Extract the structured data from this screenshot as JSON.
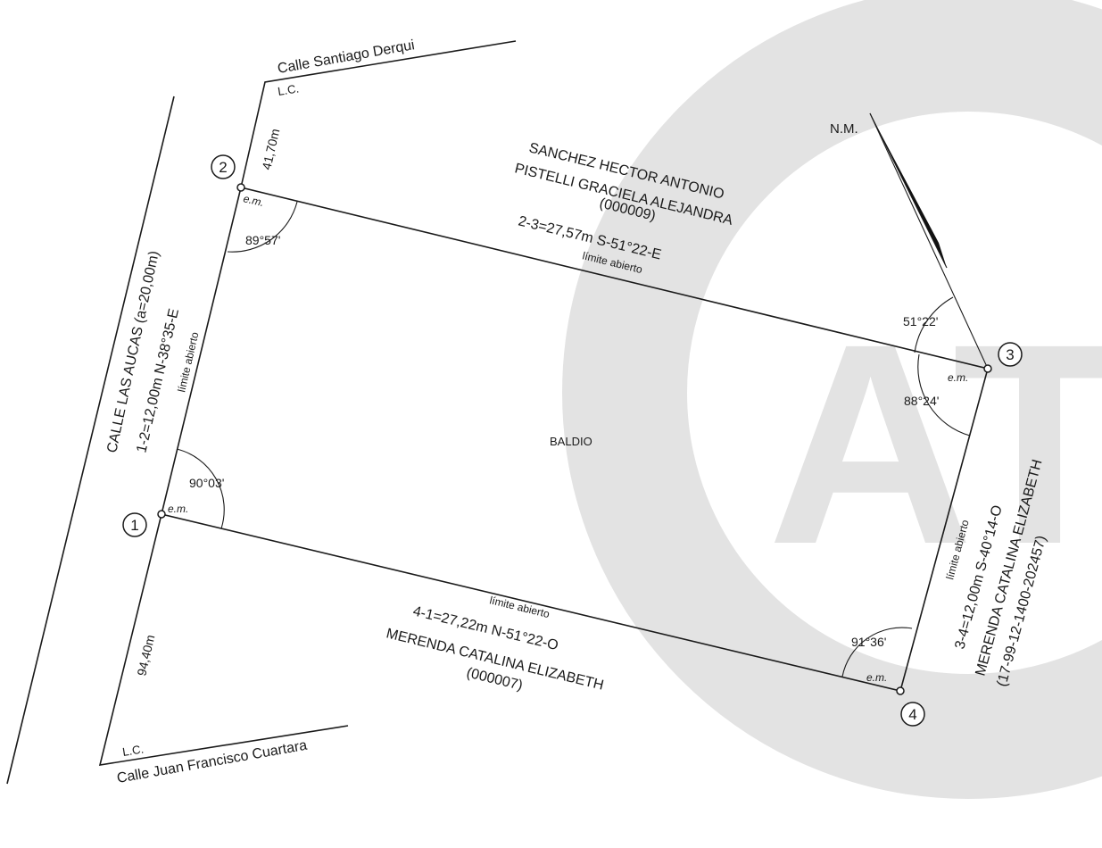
{
  "streets": {
    "top": "Calle Santiago Derqui",
    "bottom": "Calle Juan Francisco Cuartara",
    "left": "CALLE LAS AUCAS (a=20,00m)"
  },
  "line_marks": {
    "lc_top": "L.C.",
    "lc_bottom": "L.C.",
    "dist_top": "41,70m",
    "dist_bottom": "94,40m"
  },
  "vertices": {
    "v1": "1",
    "v2": "2",
    "v3": "3",
    "v4": "4"
  },
  "em": "e.m.",
  "open_limit": "límite abierto",
  "sides": {
    "s12": "1-2=12,00m N-38°35-E",
    "s23": "2-3=27,57m S-51°22-E",
    "s34": "3-4=12,00m S-40°14-O",
    "s41": "4-1=27,22m N-51°22-O"
  },
  "angles": {
    "a1": "90°03'",
    "a2": "89°57'",
    "a3": "88°24'",
    "a4": "91°36'",
    "north": "51°22'"
  },
  "neighbors": {
    "north_line1": "SANCHEZ HECTOR ANTONIO",
    "north_line2": "PISTELLI GRACIELA ALEJANDRA",
    "north_line3": "(000009)",
    "south_line1": "MERENDA CATALINA ELIZABETH",
    "south_line2": "(000007)",
    "east_line1": "MERENDA CATALINA ELIZABETH",
    "east_line2": "(17-99-12-1400-202457)"
  },
  "lot": {
    "use": "BALDIO"
  },
  "north_label": "N.M.",
  "watermark": "AT"
}
